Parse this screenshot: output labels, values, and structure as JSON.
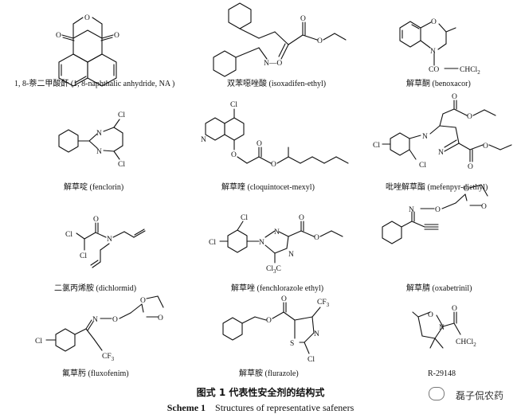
{
  "captions": [
    "1, 8-萘二甲酸酐 (1, 8-naphthalic anhydride, NA )",
    "双苯噁唑酸 (isoxadifen-ethyl)",
    "解草酮 (benoxacor)",
    "解草啶 (fenclorin)",
    "解草喹 (cloquintocet-mexyl)",
    "吡唑解草酯 (mefenpyr-diethyl)",
    "二氯丙烯胺 (dichlormid)",
    "解草唑 (fenchlorazole ethyl)",
    "解草腈 (oxabetrinil)",
    "氟草肟 (fluxofenim)",
    "解草胺 (flurazole)",
    "R-29148"
  ],
  "atoms": {
    "O": "O",
    "N": "N",
    "S": "S",
    "Cl": "Cl",
    "CF3": "CF",
    "sub3": "3",
    "CHCl2": "CHCl",
    "sub2": "2",
    "Cl3C": "Cl",
    "sub3b": "3",
    "C": "C",
    "CO": "CO",
    "NO": "N—O",
    "ONO": "O",
    "ON": "O",
    "NN": "N"
  },
  "figure": {
    "title_cn": "图式 1   代表性安全剂的结构式",
    "title_en_bold": "Scheme 1",
    "title_en_text": "Structures of representative safeners",
    "watermark": "磊子侃农药"
  }
}
